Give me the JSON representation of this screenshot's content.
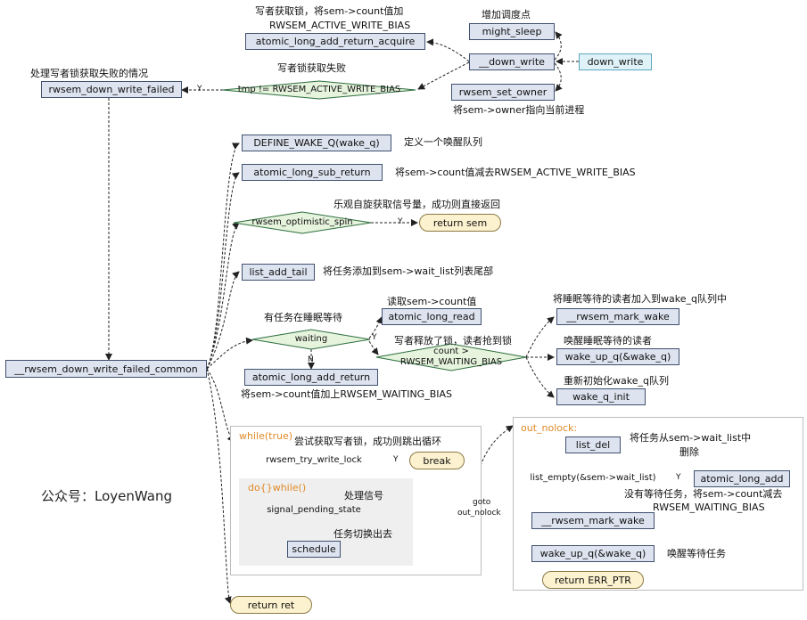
{
  "nodes": {
    "might_sleep": "might_sleep",
    "down_write_inner": "__down_write",
    "down_write": "down_write",
    "rwsem_set_owner": "rwsem_set_owner",
    "atomic_long_add_return_acquire": "atomic_long_add_return_acquire",
    "rwsem_down_write_failed": "rwsem_down_write_failed",
    "define_wake_q": "DEFINE_WAKE_Q(wake_q)",
    "atomic_long_sub_return": "atomic_long_sub_return",
    "list_add_tail": "list_add_tail",
    "atomic_long_read": "atomic_long_read",
    "rwsem_mark_wake_1": "__rwsem_mark_wake",
    "wake_up_q_1": "wake_up_q(&wake_q)",
    "wake_q_init": "wake_q_init",
    "atomic_long_add_return": "atomic_long_add_return",
    "rwsem_down_write_failed_common": "__rwsem_down_write_failed_common",
    "schedule": "schedule",
    "list_del": "list_del",
    "atomic_long_add": "atomic_long_add",
    "rwsem_mark_wake_2": "__rwsem_mark_wake",
    "wake_up_q_2": "wake_up_q(&wake_q)"
  },
  "decisions": {
    "tmp_check": "tmp != RWSEM_ACTIVE_WRITE_BIAS",
    "optimistic_spin": "rwsem_optimistic_spin",
    "waiting": "waiting",
    "count_check_line1": "count >",
    "count_check_line2": "RWSEM_WAITING_BIAS",
    "try_write_lock": "rwsem_try_write_lock",
    "signal_pending": "signal_pending_state",
    "list_empty": "list_empty(&sem->wait_list)"
  },
  "terminals": {
    "return_sem": "return sem",
    "break": "break",
    "return_err_ptr": "return ERR_PTR",
    "return_ret": "return ret"
  },
  "annotations": {
    "writer_acquire_line1": "写者获取锁，将sem->count值加",
    "writer_acquire_line2": "RWSEM_ACTIVE_WRITE_BIAS",
    "add_sched_point": "增加调度点",
    "acquire_failed": "写者锁获取失败",
    "handle_failed": "处理写者锁获取失败的情况",
    "owner_to_current": "将sem->owner指向当前进程",
    "define_queue": "定义一个唤醒队列",
    "sub_bias": "将sem->count值减去RWSEM_ACTIVE_WRITE_BIAS",
    "optimistic_spin_note": "乐观自旋获取信号量，成功则直接返回",
    "add_to_tail": "将任务添加到sem->wait_list列表尾部",
    "read_count": "读取sem->count值",
    "sleeping_tasks": "有任务在睡眠等待",
    "add_readers": "将睡眠等待的读者加入到wake_q队列中",
    "writer_released": "写者释放了锁，读者抢到锁",
    "wake_readers": "唤醒睡眠等待的读者",
    "reinit_queue": "重新初始化wake_q队列",
    "add_waiting_bias": "将sem->count值加上RWSEM_WAITING_BIAS",
    "try_acquire": "尝试获取写者锁，成功则跳出循环",
    "handle_signal": "处理信号",
    "task_switch": "任务切换出去",
    "remove_from_list_line1": "将任务从sem->wait_list中",
    "remove_from_list_line2": "删除",
    "no_waiting_line1": "没有等待任务，将sem->count减去",
    "no_waiting_line2": "RWSEM_WAITING_BIAS",
    "wake_waiting": "唤醒等待任务",
    "while_true": "while(true)",
    "do_while": "do{}while()",
    "out_nolock": "out_nolock:",
    "wechat": "公众号：LoyenWang"
  },
  "edge_labels": {
    "yes": "Y",
    "no": "N",
    "goto_line1": "goto",
    "goto_line2": "out_nolock"
  }
}
